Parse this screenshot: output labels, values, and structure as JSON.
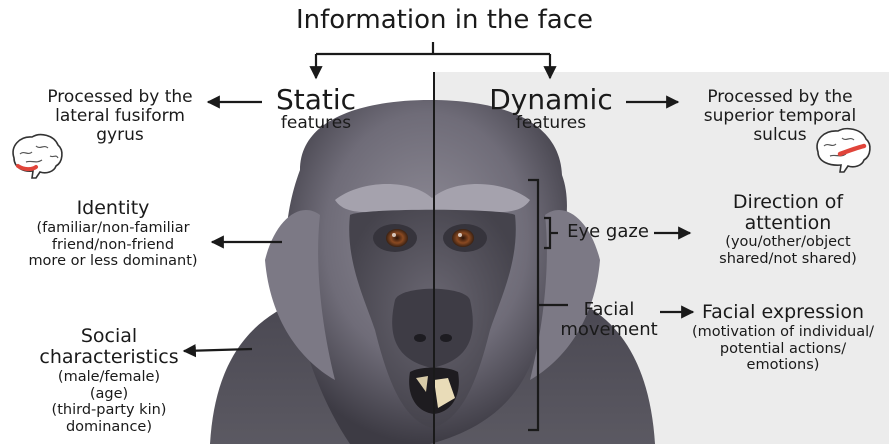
{
  "title": "Information in the face",
  "static": {
    "label": "Static",
    "sub": "features"
  },
  "dynamic": {
    "label": "Dynamic",
    "sub": "features"
  },
  "static_region": {
    "line1": "Processed by the",
    "line2": "lateral fusiform",
    "line3": "gyrus"
  },
  "dynamic_region": {
    "line1": "Processed by the",
    "line2": "superior temporal",
    "line3": "sulcus"
  },
  "identity": {
    "heading": "Identity",
    "lines": [
      "(familiar/non-familiar",
      "friend/non-friend",
      "more or less dominant)"
    ]
  },
  "social": {
    "heading_line1": "Social",
    "heading_line2": "characteristics",
    "lines": [
      "(male/female)",
      "(age)",
      "(third-party kin)",
      "dominance)"
    ]
  },
  "eye_gaze": {
    "label": "Eye gaze"
  },
  "facial_movement": {
    "line1": "Facial",
    "line2": "movement"
  },
  "attention": {
    "heading_line1": "Direction of",
    "heading_line2": "attention",
    "lines": [
      "(you/other/object",
      "shared/not shared)"
    ]
  },
  "expression": {
    "heading": "Facial expression",
    "lines": [
      "(motivation of individual/",
      "potential actions/",
      "emotions)"
    ]
  },
  "colors": {
    "text": "#1a1a1a",
    "right_panel": "#ececec",
    "brain_highlight": "#e0443a",
    "fur_dark": "#3d3b44",
    "fur_light": "#8f8c97"
  },
  "icons": [
    "brain-icon-left",
    "brain-icon-right",
    "macaque-face-photo"
  ]
}
